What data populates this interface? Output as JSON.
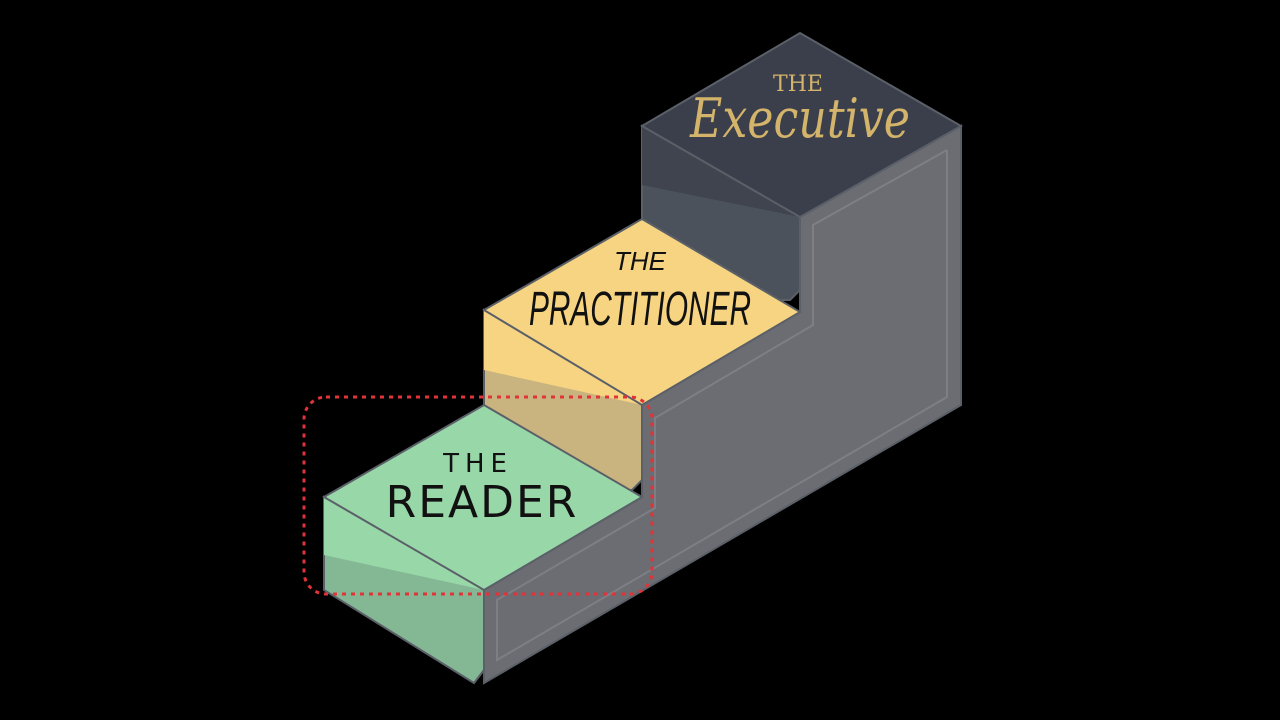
{
  "steps": [
    {
      "id": "reader",
      "prefix": "THE",
      "title": "READER",
      "color": "#98d7a8",
      "highlighted": true
    },
    {
      "id": "practitioner",
      "prefix": "THE",
      "title": "PRACTITIONER",
      "color": "#f6d482"
    },
    {
      "id": "executive",
      "prefix": "THE",
      "title": "Executive",
      "color": "#3a3f4b",
      "text_color": "#d4b46a"
    }
  ],
  "colors": {
    "background": "#000000",
    "side": "#6b6d73",
    "highlight_border": "#e0333a",
    "edge": "#5b6068"
  }
}
